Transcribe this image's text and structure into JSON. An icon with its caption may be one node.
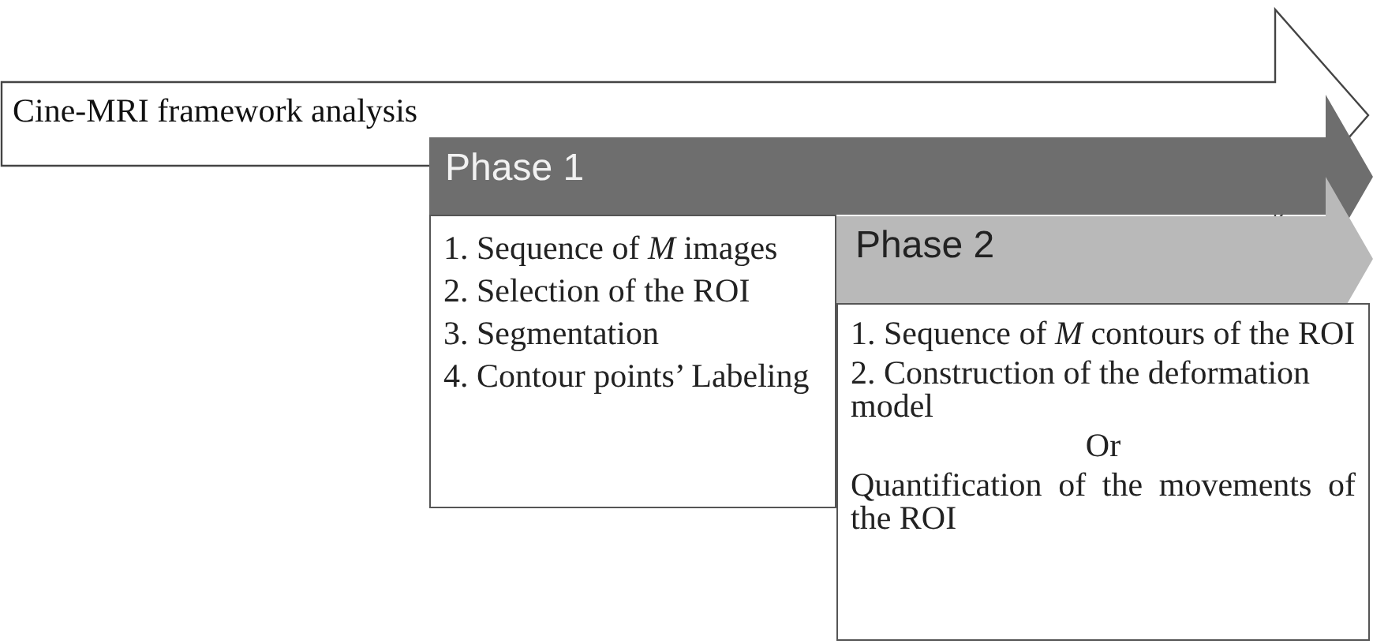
{
  "diagram": {
    "nodes": [
      {
        "text": [
          "Cine-MRI framework analysis"
        ]
      },
      {
        "text": [
          "Phase 1"
        ]
      },
      {
        "text": [
          "1. Sequence of *M* images",
          "2. Selection of the ROI",
          "3. Segmentation",
          "4. Contour points’ Labeling"
        ]
      },
      {
        "text": [
          "Phase 2"
        ]
      },
      {
        "text": [
          "1. Sequence of *M* contours of the ROI",
          "2. Construction of the deformation model",
          "Or",
          "Quantification of the movements of the ROI"
        ]
      }
    ]
  }
}
